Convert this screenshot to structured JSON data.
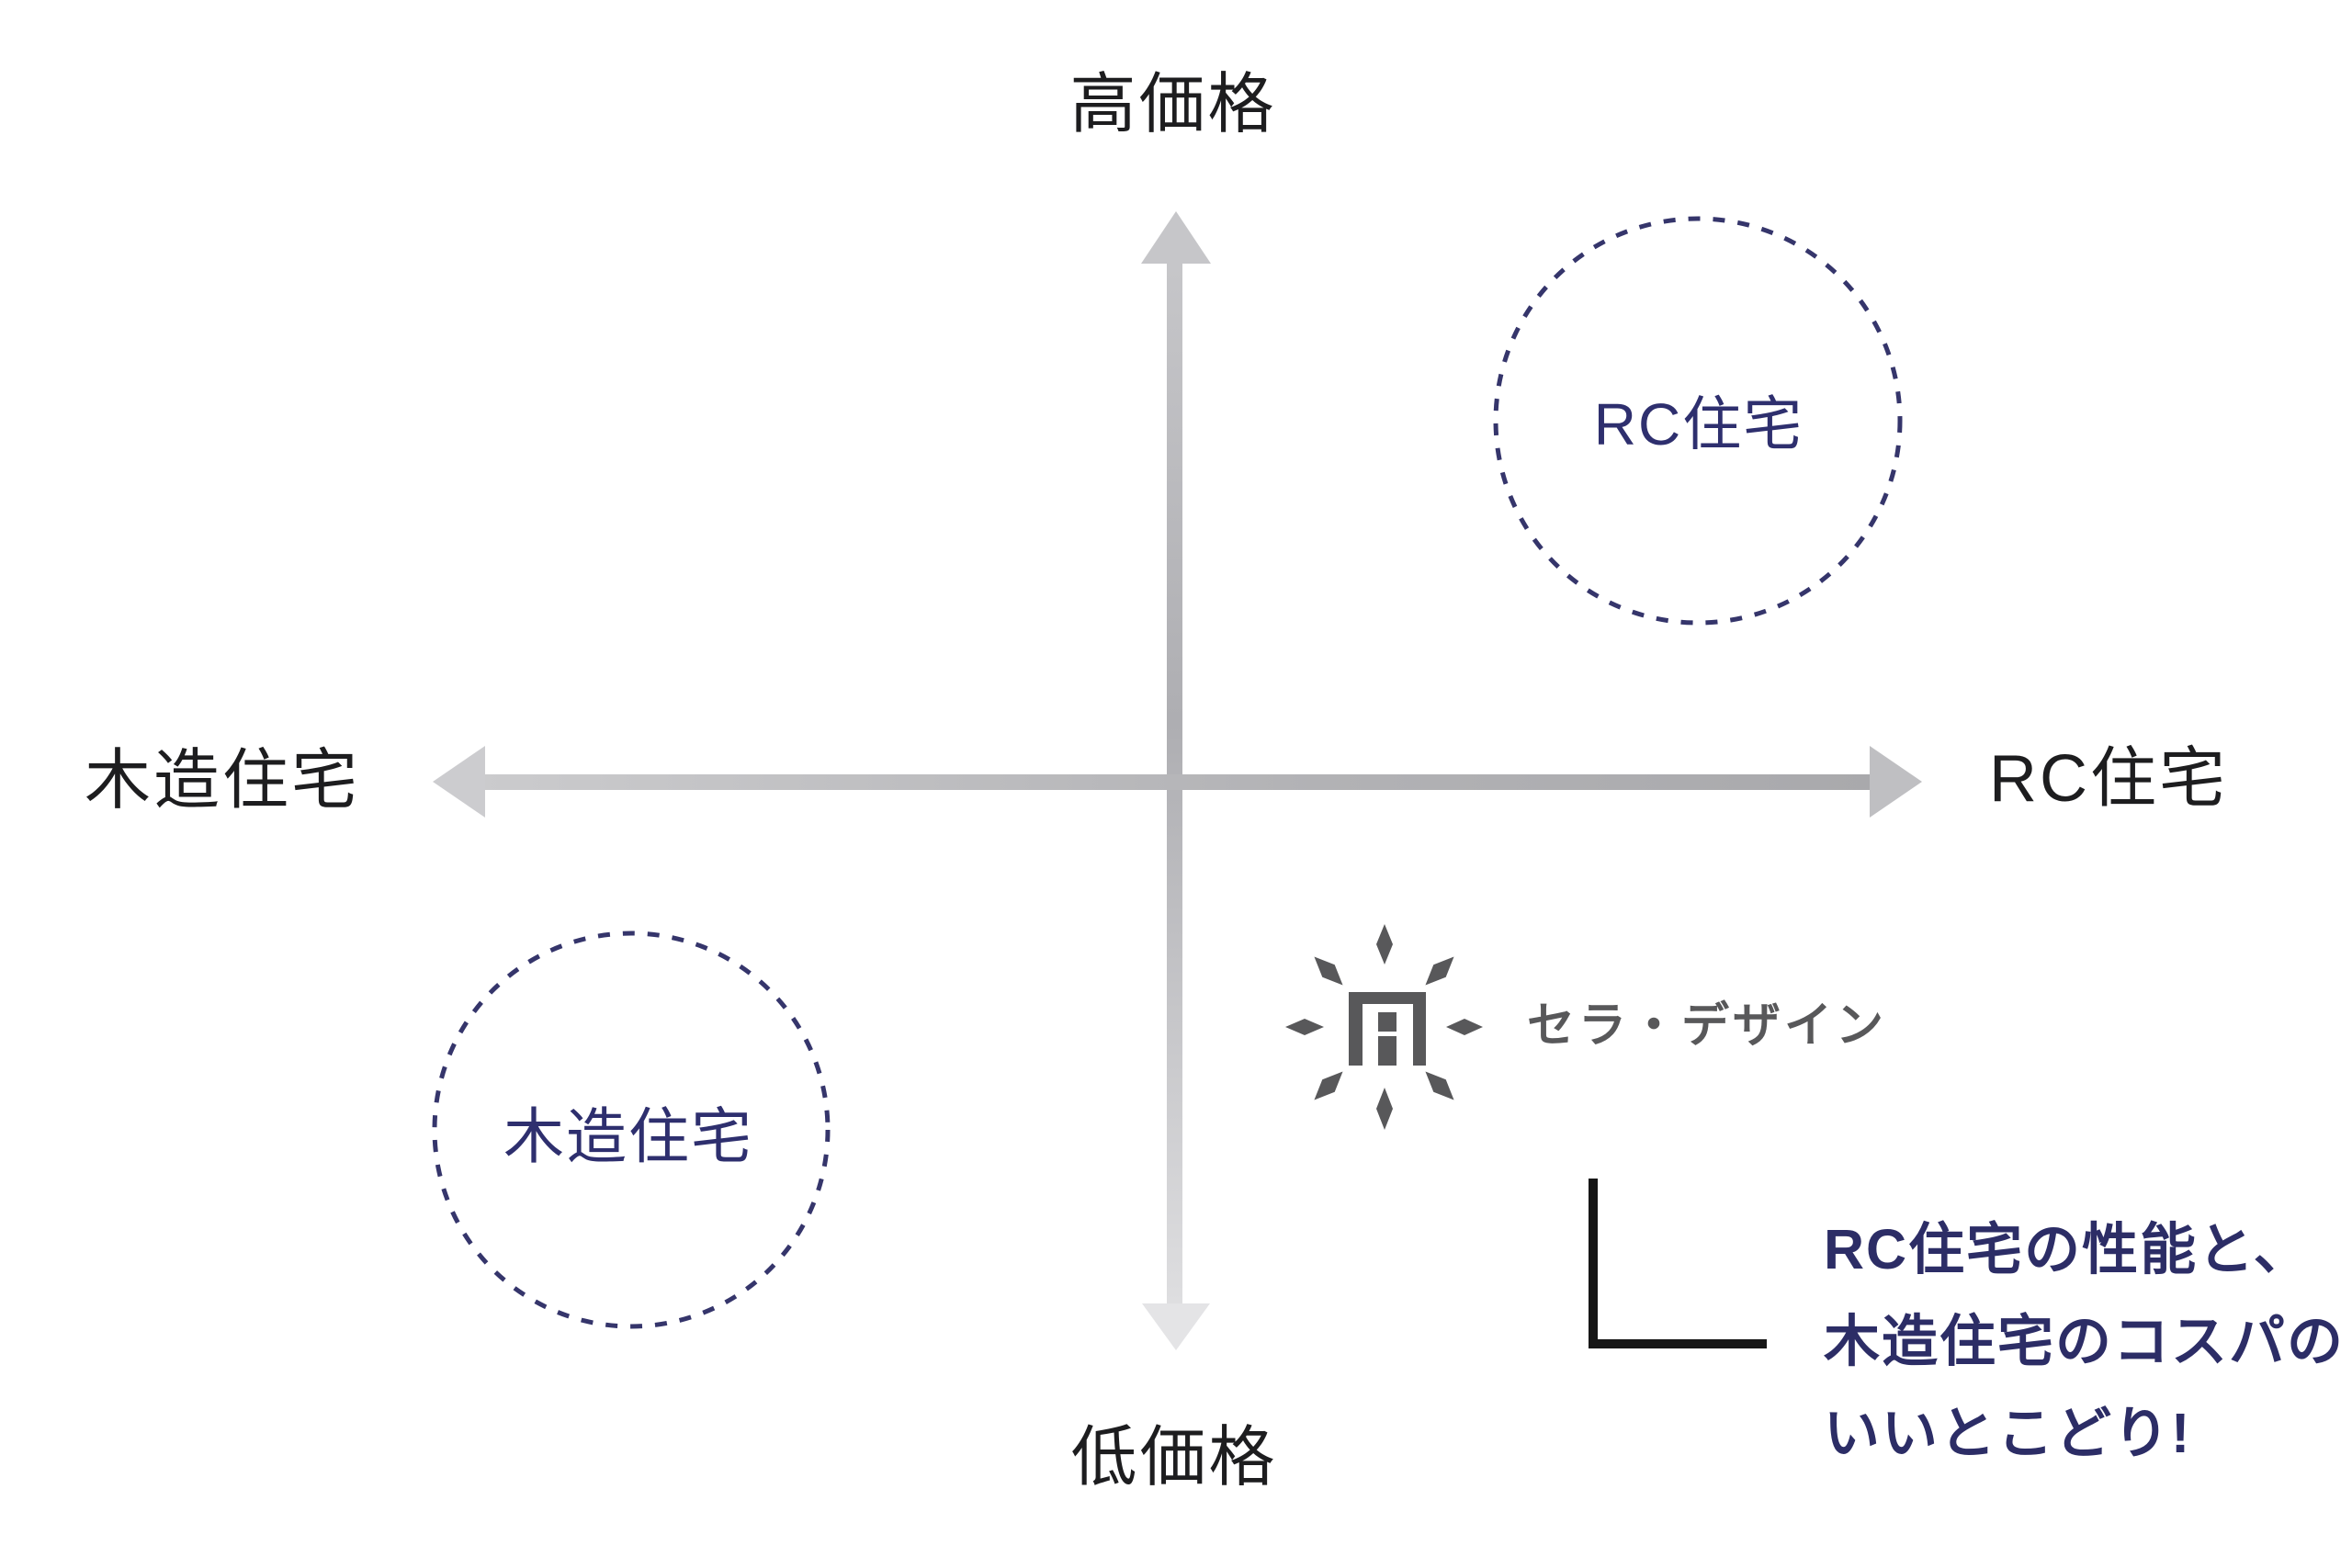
{
  "chart": {
    "type": "quadrant-positioning-map",
    "axis": {
      "top_label": "高価格",
      "bottom_label": "低価格",
      "left_label": "木造住宅",
      "right_label": "RC住宅"
    },
    "quadrants": {
      "top_right_circle_label": "RC住宅",
      "bottom_left_circle_label": "木造住宅"
    }
  },
  "brand": {
    "logo_icon": "sparkle-gate-logo-icon",
    "name": "セラ・デザイン"
  },
  "callout": {
    "lines": [
      "RC住宅の性能と、",
      "木造住宅のコスパの",
      "いいとこどり!"
    ]
  },
  "colors": {
    "background": "#ffffff",
    "axis_line_gray": "#b3b3b6",
    "axis_arrow_light": "#cccccf",
    "axis_label_black": "#1d1d1f",
    "circle_navy": "#35356b",
    "circle_label_navy": "#2e2f6e",
    "callout_navy": "#2c2d66",
    "logo_gray": "#58585a",
    "bracket_black": "#161616"
  }
}
